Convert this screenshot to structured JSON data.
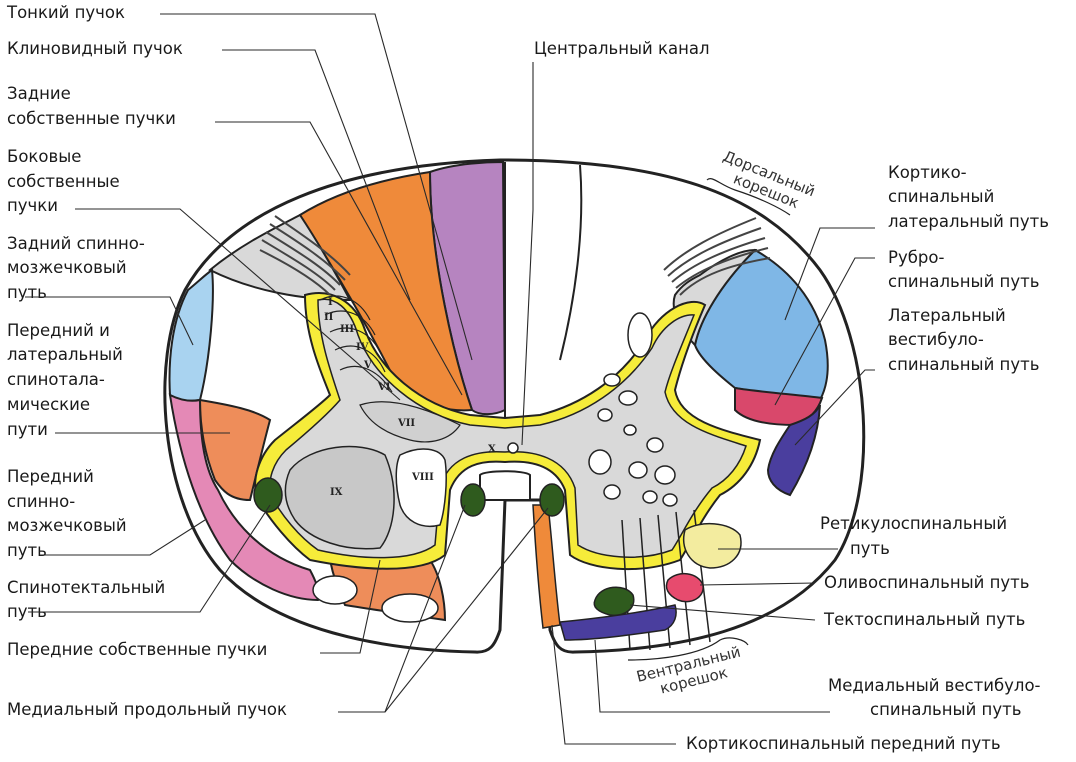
{
  "colors": {
    "background": "#ffffff",
    "outline": "#222222",
    "gray_matter": "#d9d9d9",
    "yellow_border": "#f6ec3a",
    "gracile_fasciculus": "#b684c0",
    "cuneate_fasciculus": "#ef8a3a",
    "posterior_spinocerebellar": "#a9d3f0",
    "spinothalamic": "#ee8d5a",
    "anterior_spinocerebellar": "#e489b6",
    "lateral_corticospinal": "#7fb7e6",
    "rubrospinal": "#d9486b",
    "lateral_vestibulospinal": "#4a3e9e",
    "reticulospinal": "#f3ec9f",
    "olivospinal": "#e74b6e",
    "tectospinal": "#2f5b1e",
    "medial_vestibulospinal": "#4a3e9e",
    "anterior_corticospinal": "#ef8a3a"
  },
  "labels": {
    "gracile": "Тонкий пучок",
    "cuneate": "Клиновидный пучок",
    "posterior_proper": [
      "Задние",
      "собственные пучки"
    ],
    "lateral_proper": [
      "Боковые",
      "собственные",
      "пучки"
    ],
    "posterior_spinocerebellar": [
      "Задний спинно-",
      "мозжечковый",
      "путь"
    ],
    "spinothalamic": [
      "Передний и",
      "латеральный",
      "спинотала-",
      "мические",
      "пути"
    ],
    "anterior_spinocerebellar": [
      "Передний",
      "спинно-",
      "мозжечковый",
      "путь"
    ],
    "spinotectal": [
      "Спинотектальный",
      "путь"
    ],
    "anterior_proper": "Передние собственные пучки",
    "medial_longitudinal": "Медиальный продольный пучок",
    "central_canal": "Центральный канал",
    "lateral_corticospinal": [
      "Кортико-",
      "спинальный",
      "латеральный путь"
    ],
    "rubrospinal": [
      "Рубро-",
      "спинальный путь"
    ],
    "lateral_vestibulospinal": [
      "Латеральный",
      "вестибуло-",
      "спинальный путь"
    ],
    "reticulospinal": [
      "Ретикулоспинальный",
      "путь"
    ],
    "olivospinal": "Оливоспинальный путь",
    "tectospinal": "Тектоспинальный путь",
    "medial_vestibulospinal": [
      "Медиальный вестибуло-",
      "спинальный путь"
    ],
    "anterior_corticospinal": "Кортикоспинальный передний путь"
  },
  "root_labels": {
    "dorsal": [
      "Дорсальный",
      "корешок"
    ],
    "ventral": [
      "Вентральный",
      "корешок"
    ]
  },
  "laminae": [
    "I",
    "II",
    "III",
    "IV",
    "V",
    "VI",
    "VII",
    "VIII",
    "IX",
    "X"
  ]
}
